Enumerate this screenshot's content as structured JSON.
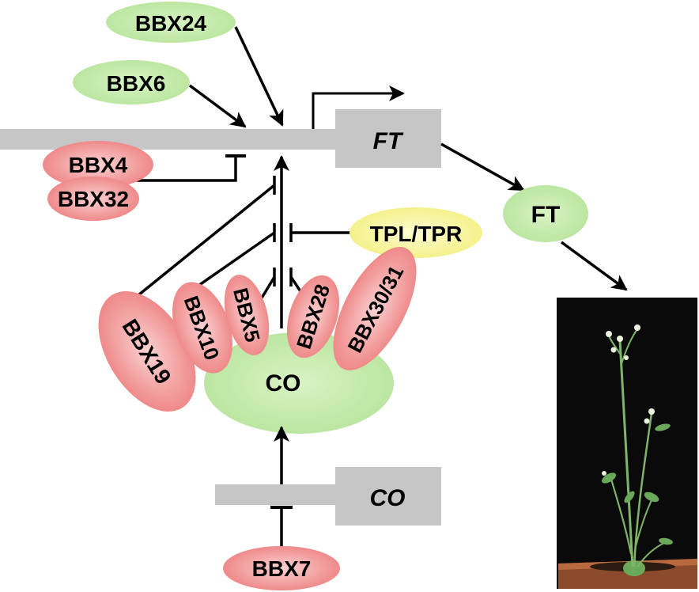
{
  "genes": {
    "ft_gene": "FT",
    "co_gene": "CO"
  },
  "proteins": {
    "ft": "FT",
    "co": "CO",
    "tpl_tpr": "TPL/TPR",
    "bbx24": "BBX24",
    "bbx6": "BBX6",
    "bbx4": "BBX4",
    "bbx32": "BBX32",
    "bbx19": "BBX19",
    "bbx10": "BBX10",
    "bbx5": "BBX5",
    "bbx28": "BBX28",
    "bbx30_31": "BBX30/31",
    "bbx7": "BBX7"
  },
  "colors": {
    "activator_green": "#c8ecb0",
    "repressor_red": "#ee8282",
    "corepressor_yellow": "#f7f59a",
    "gene_gray": "#c6c6c6",
    "photo_background": "#0a0a0a",
    "plant_green": "#7fb56a",
    "pot_brown": "#a0522d"
  }
}
